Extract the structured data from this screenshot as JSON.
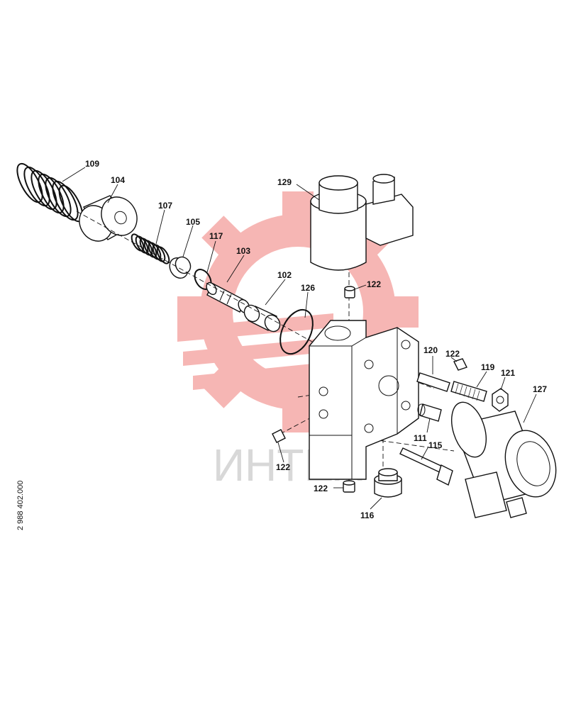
{
  "drawing_number": "2 988 402.000",
  "watermark": {
    "text": "ИНТЕХ",
    "color": "#e8322b"
  },
  "callouts": {
    "p109": "109",
    "p104": "104",
    "p107": "107",
    "p105": "105",
    "p117": "117",
    "p103": "103",
    "p102": "102",
    "p126": "126",
    "p129": "129",
    "p122_top": "122",
    "p120": "120",
    "p122_right": "122",
    "p119": "119",
    "p121": "121",
    "p127": "127",
    "p111": "111",
    "p115": "115",
    "p122_left": "122",
    "p122_bottom": "122",
    "p116": "116"
  }
}
